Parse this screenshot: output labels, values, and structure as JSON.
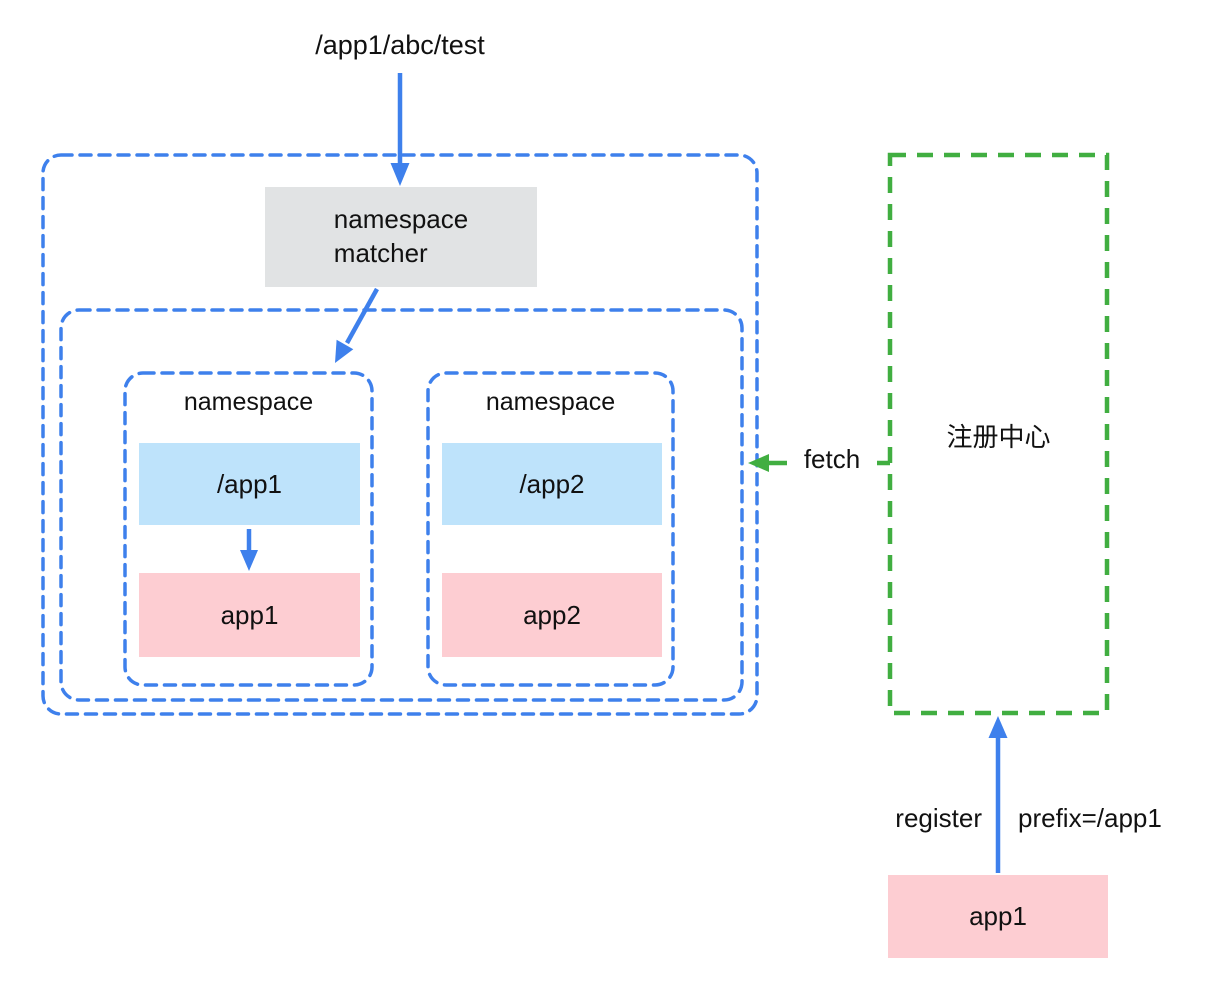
{
  "diagram": {
    "request_label": "/app1/abc/test",
    "matcher_label": "namespace\nmatcher",
    "namespaces": [
      {
        "title": "namespace",
        "prefix": "/app1",
        "app": "app1"
      },
      {
        "title": "namespace",
        "prefix": "/app2",
        "app": "app2"
      }
    ],
    "registry_label": "注册中心",
    "fetch_label": "fetch",
    "register_label": "register",
    "prefix_label": "prefix=/app1",
    "app_node_label": "app1"
  },
  "colors": {
    "container_border_blue": "#3E80EC",
    "registry_border_green": "#41AE41",
    "matcher_fill_gray": "#E1E3E4",
    "prefix_fill_lightblue": "#BEE3FB",
    "app_fill_pink": "#FDCDD2",
    "arrow_blue": "#3E80EC",
    "arrow_green": "#41AE41",
    "text": "#111111",
    "background": "#FFFFFF"
  }
}
